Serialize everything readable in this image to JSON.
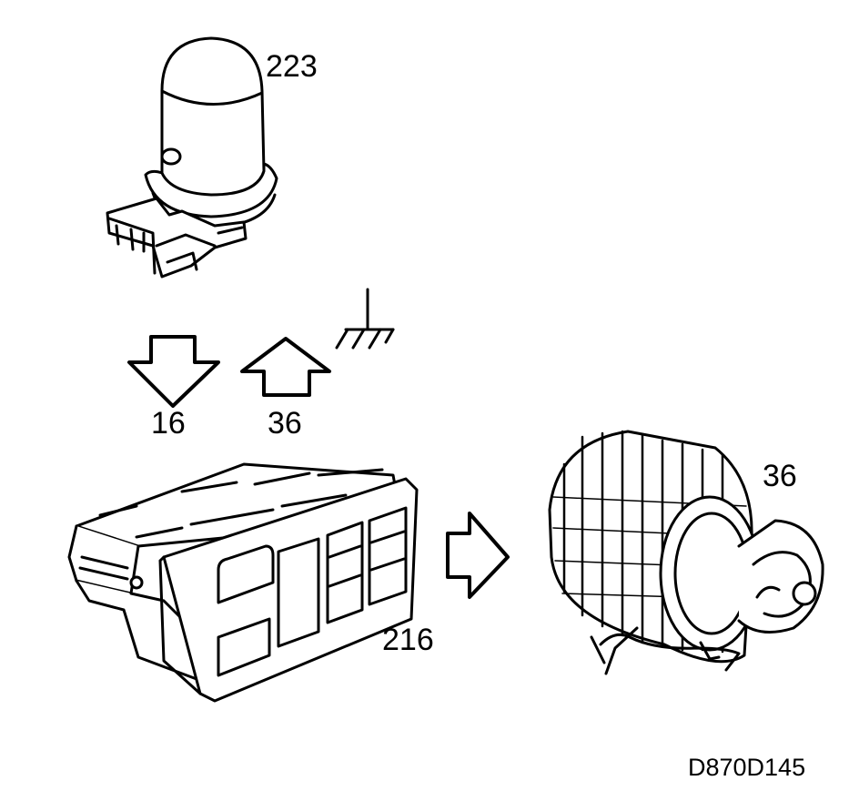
{
  "labels": {
    "relay": "223",
    "arrow_down": "16",
    "arrow_up": "36",
    "fan": "36",
    "control_panel": "216",
    "figure_ref": "D870D145"
  },
  "colors": {
    "line": "#000000",
    "background": "#ffffff"
  },
  "icons": {
    "relay": "relay-icon",
    "ground": "ground-symbol-icon",
    "fan": "blower-fan-icon",
    "control": "climate-control-unit-icon"
  }
}
